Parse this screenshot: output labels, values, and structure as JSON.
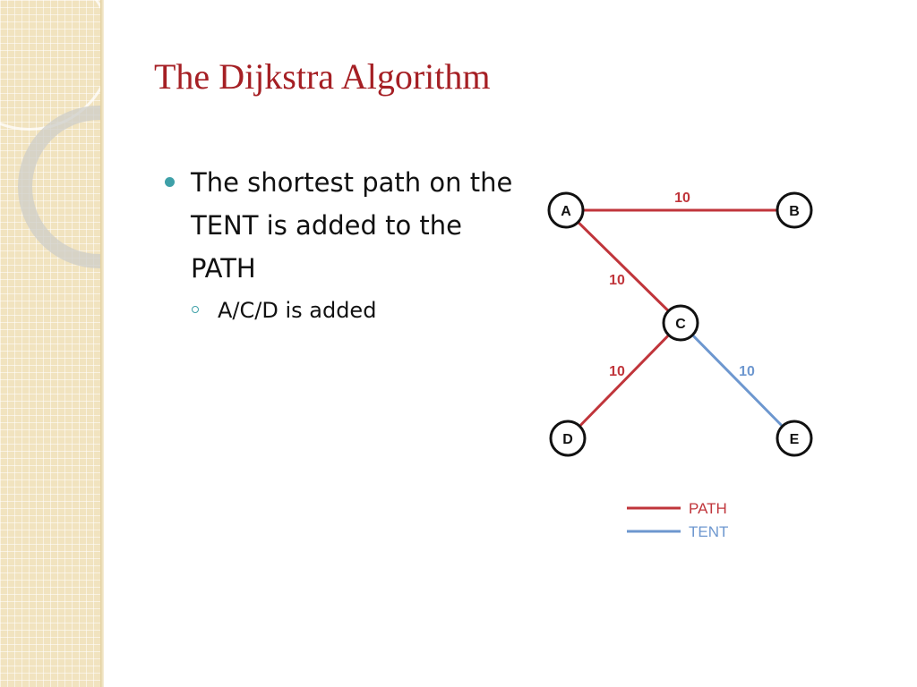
{
  "slide": {
    "title": "The Dijkstra Algorithm",
    "bullets": [
      {
        "text": "The shortest path on the TENT is added to the PATH"
      },
      {
        "text": "A/C/D is added"
      }
    ]
  },
  "colors": {
    "title": "#a51f24",
    "bullet": "#3ea0a8",
    "path": "#c0353b",
    "tent": "#6d97cf",
    "sidebar": "#f1e3bf"
  },
  "graph": {
    "nodes": [
      {
        "id": "A",
        "label": "A"
      },
      {
        "id": "B",
        "label": "B"
      },
      {
        "id": "C",
        "label": "C"
      },
      {
        "id": "D",
        "label": "D"
      },
      {
        "id": "E",
        "label": "E"
      }
    ],
    "edges": [
      {
        "from": "A",
        "to": "B",
        "weight": "10",
        "set": "path"
      },
      {
        "from": "A",
        "to": "C",
        "weight": "10",
        "set": "path"
      },
      {
        "from": "C",
        "to": "D",
        "weight": "10",
        "set": "path"
      },
      {
        "from": "C",
        "to": "E",
        "weight": "10",
        "set": "tent"
      }
    ],
    "legend": [
      {
        "label": "PATH",
        "set": "path"
      },
      {
        "label": "TENT",
        "set": "tent"
      }
    ]
  }
}
